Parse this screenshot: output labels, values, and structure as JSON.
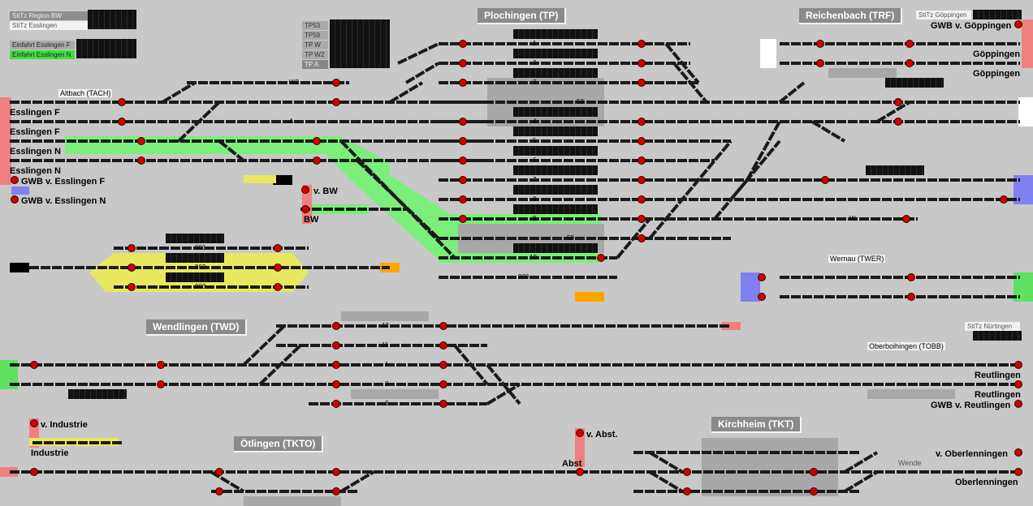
{
  "legend": {
    "region_bw": "StiTz Region BW",
    "esslingen": "StiTz Esslingen",
    "einfahrt_f": "Einfahrt Esslingen F",
    "einfahrt_n": "Einfahrt Esslingen N",
    "goeppingen": "StiTz Göppingen",
    "nuertingen": "StiTz Nürtingen"
  },
  "tp_boxes": [
    "TP53",
    "TP59",
    "TP W",
    "TP W2",
    "TP A"
  ],
  "stations": {
    "plochingen": "Plochingen (TP)",
    "reichenbach": "Reichenbach (TRF)",
    "wendlingen": "Wendlingen (TWD)",
    "oetlingen": "Ötlingen (TKTO)",
    "kirchheim": "Kirchheim (TKT)",
    "wernau": "Wernau (TWER)",
    "altbach": "Altbach (TACH)",
    "oberboihingen": "Oberboihingen (TOBB)"
  },
  "ends": {
    "esslingen_f1": "Esslingen F",
    "esslingen_f2": "Esslingen F",
    "esslingen_n1": "Esslingen N",
    "esslingen_n2": "Esslingen N",
    "gwb_esslingen_f": "GWB v. Esslingen F",
    "gwb_esslingen_n": "GWB v. Esslingen N",
    "v_bw": "v. BW",
    "bw": "BW",
    "gwb_goeppingen": "GWB v. Göppingen",
    "goeppingen1": "Göppingen",
    "goeppingen2": "Göppingen",
    "reutlingen1": "Reutlingen",
    "reutlingen2": "Reutlingen",
    "gwb_reutlingen": "GWB v. Reutlingen",
    "v_industrie": "v. Industrie",
    "industrie": "Industrie",
    "v_abst": "v. Abst.",
    "abst": "Abst",
    "v_oberlenningen": "v. Oberlenningen",
    "oberlenningen": "Oberlenningen",
    "wende": "Wende"
  },
  "track_numbers": {
    "plo": [
      "1",
      "2",
      "3",
      "4",
      "5",
      "6",
      "7",
      "8",
      "9",
      "10",
      "53",
      "59",
      "900"
    ],
    "wd": [
      "12",
      "11",
      "1",
      "2",
      "3"
    ],
    "ypsilon": [
      "901",
      "902",
      "903"
    ],
    "other": [
      "W2",
      "A",
      "W"
    ]
  },
  "colors": {
    "background": "#c8c8c8",
    "track": "#1a1a1a",
    "signal_red": "#d00000",
    "occupied_green": "#78f078",
    "reserved_yellow": "#e8e860",
    "end_red": "#f08080",
    "end_blue": "#8080f0",
    "end_green": "#60e060",
    "orange": "#ffa500"
  }
}
